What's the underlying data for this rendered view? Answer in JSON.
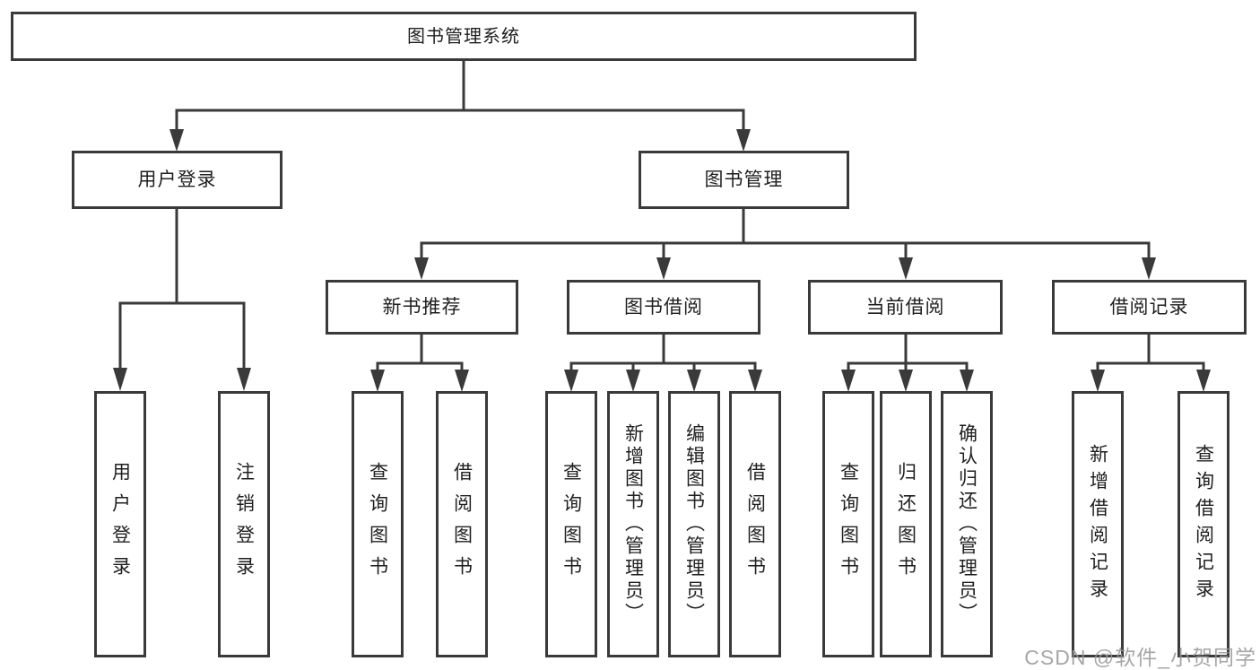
{
  "root": {
    "label": "图书管理系统"
  },
  "branches": [
    {
      "label": "用户登录",
      "children": [
        {
          "label": "用户登录"
        },
        {
          "label": "注销登录"
        }
      ]
    },
    {
      "label": "图书管理",
      "groups": [
        {
          "label": "新书推荐",
          "children": [
            {
              "label": "查询图书"
            },
            {
              "label": "借阅图书"
            }
          ]
        },
        {
          "label": "图书借阅",
          "children": [
            {
              "label": "查询图书"
            },
            {
              "label": "新增图书（管理员）"
            },
            {
              "label": "编辑图书（管理员）"
            },
            {
              "label": "借阅图书"
            }
          ]
        },
        {
          "label": "当前借阅",
          "children": [
            {
              "label": "查询图书"
            },
            {
              "label": "归还图书"
            },
            {
              "label": "确认归还（管理员）"
            }
          ]
        },
        {
          "label": "借阅记录",
          "children": [
            {
              "label": "新增借阅记录"
            },
            {
              "label": "查询借阅记录"
            }
          ]
        }
      ]
    }
  ],
  "watermark": "CSDN @软件_小贺同学",
  "colors": {
    "line": "#3a3a3a",
    "box_border": "#3a3a3a",
    "text": "#1f1f1f",
    "watermark_text": "#969696",
    "background": "#ffffff"
  }
}
